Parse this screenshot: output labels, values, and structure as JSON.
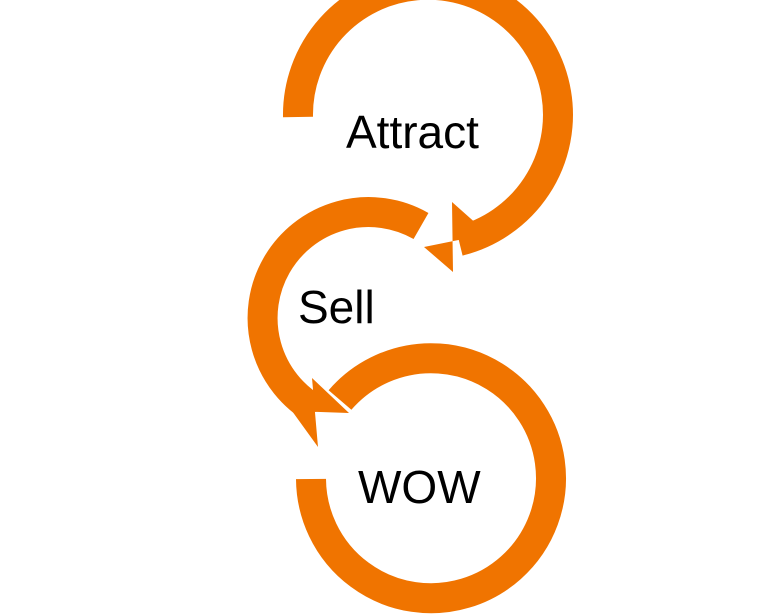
{
  "diagram": {
    "accent_color": "#F07400",
    "text_color": "#000000",
    "nodes": [
      {
        "id": "attract",
        "label": "Attract"
      },
      {
        "id": "sell",
        "label": "Sell"
      },
      {
        "id": "wow",
        "label": "WOW"
      }
    ],
    "edges": [
      {
        "from": "attract",
        "to": "sell",
        "icon": "curved-arrow-icon"
      },
      {
        "from": "sell",
        "to": "wow",
        "icon": "curved-arrow-icon"
      }
    ]
  }
}
